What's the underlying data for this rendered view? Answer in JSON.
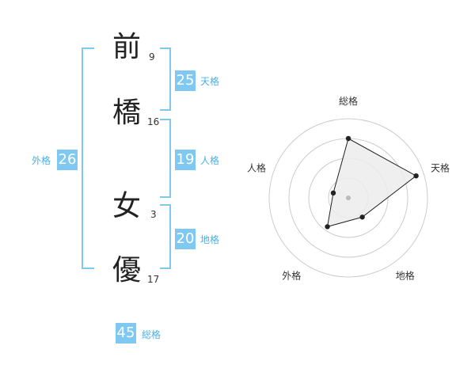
{
  "name": {
    "chars": [
      {
        "char": "前",
        "strokes": "9"
      },
      {
        "char": "橋",
        "strokes": "16"
      },
      {
        "char": "女",
        "strokes": "3"
      },
      {
        "char": "優",
        "strokes": "17"
      }
    ]
  },
  "kaku": {
    "tenkaku": {
      "value": "25",
      "label": "天格"
    },
    "jinkaku": {
      "value": "19",
      "label": "人格"
    },
    "chikaku": {
      "value": "20",
      "label": "地格"
    },
    "gaikaku": {
      "value": "26",
      "label": "外格"
    },
    "soukaku": {
      "value": "45",
      "label": "総格"
    }
  },
  "radar": {
    "axes": [
      "総格",
      "天格",
      "地格",
      "外格",
      "人格"
    ],
    "levels": 4,
    "values": [
      0.75,
      0.9,
      0.3,
      0.45,
      0.2
    ],
    "colors": {
      "ring": "#cccccc",
      "fill": "#ececec",
      "line": "#222222",
      "point": "#222222",
      "center": "#bbbbbb"
    }
  },
  "colors": {
    "accent": "#7fc8f1",
    "label": "#4bb0e6"
  }
}
